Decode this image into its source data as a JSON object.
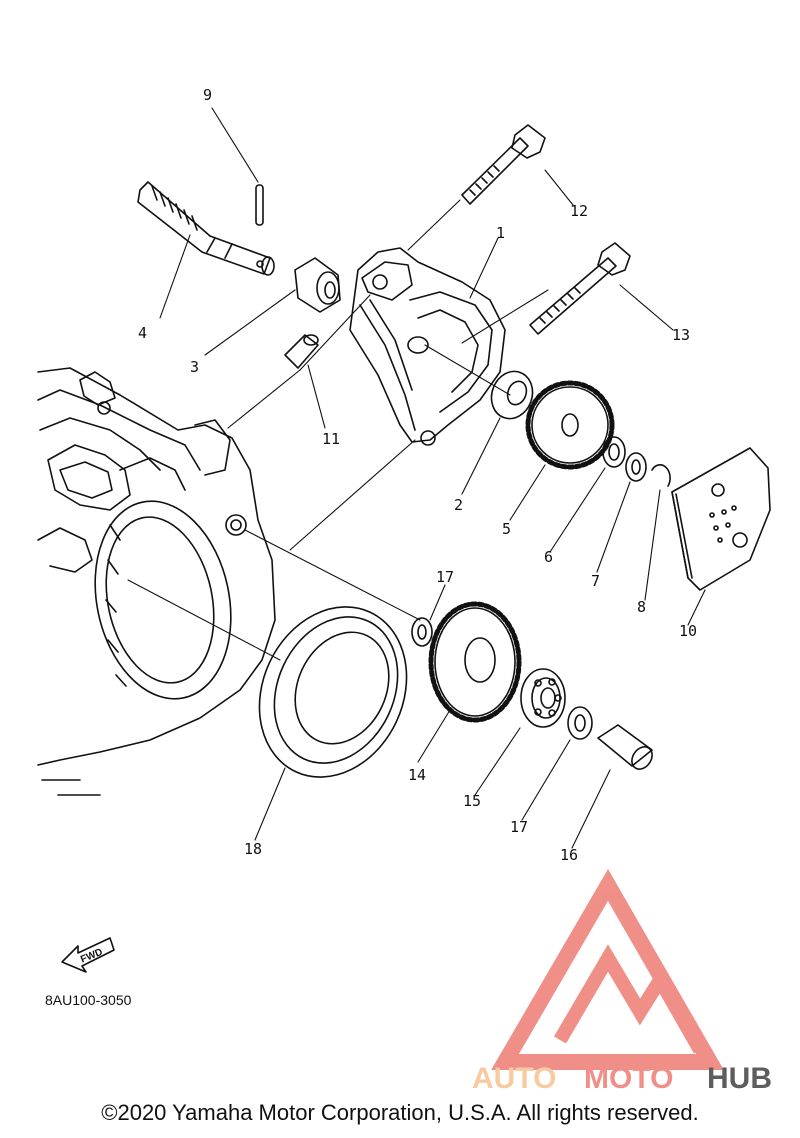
{
  "diagram": {
    "parts": [
      {
        "id": "part-1",
        "label": "1"
      },
      {
        "id": "part-2",
        "label": "2"
      },
      {
        "id": "part-3",
        "label": "3"
      },
      {
        "id": "part-4",
        "label": "4"
      },
      {
        "id": "part-5",
        "label": "5"
      },
      {
        "id": "part-6",
        "label": "6"
      },
      {
        "id": "part-7",
        "label": "7"
      },
      {
        "id": "part-8",
        "label": "8"
      },
      {
        "id": "part-9",
        "label": "9"
      },
      {
        "id": "part-10",
        "label": "10"
      },
      {
        "id": "part-11",
        "label": "11"
      },
      {
        "id": "part-12",
        "label": "12"
      },
      {
        "id": "part-13",
        "label": "13"
      },
      {
        "id": "part-14",
        "label": "14"
      },
      {
        "id": "part-15",
        "label": "15"
      },
      {
        "id": "part-16",
        "label": "16"
      },
      {
        "id": "part-17a",
        "label": "17"
      },
      {
        "id": "part-17b",
        "label": "17"
      },
      {
        "id": "part-18",
        "label": "18"
      }
    ],
    "fwd_label": "FWD",
    "diagram_code": "8AU100-3050"
  },
  "logo": {
    "text_part1": "AUTO",
    "text_part2": "MOTO",
    "text_part3": "HUB",
    "color_light": "#f7c99a",
    "color_red": "#f08a82",
    "color_dark": "#555555"
  },
  "footer": {
    "copyright": "©2020 Yamaha Motor Corporation, U.S.A. All rights reserved."
  }
}
